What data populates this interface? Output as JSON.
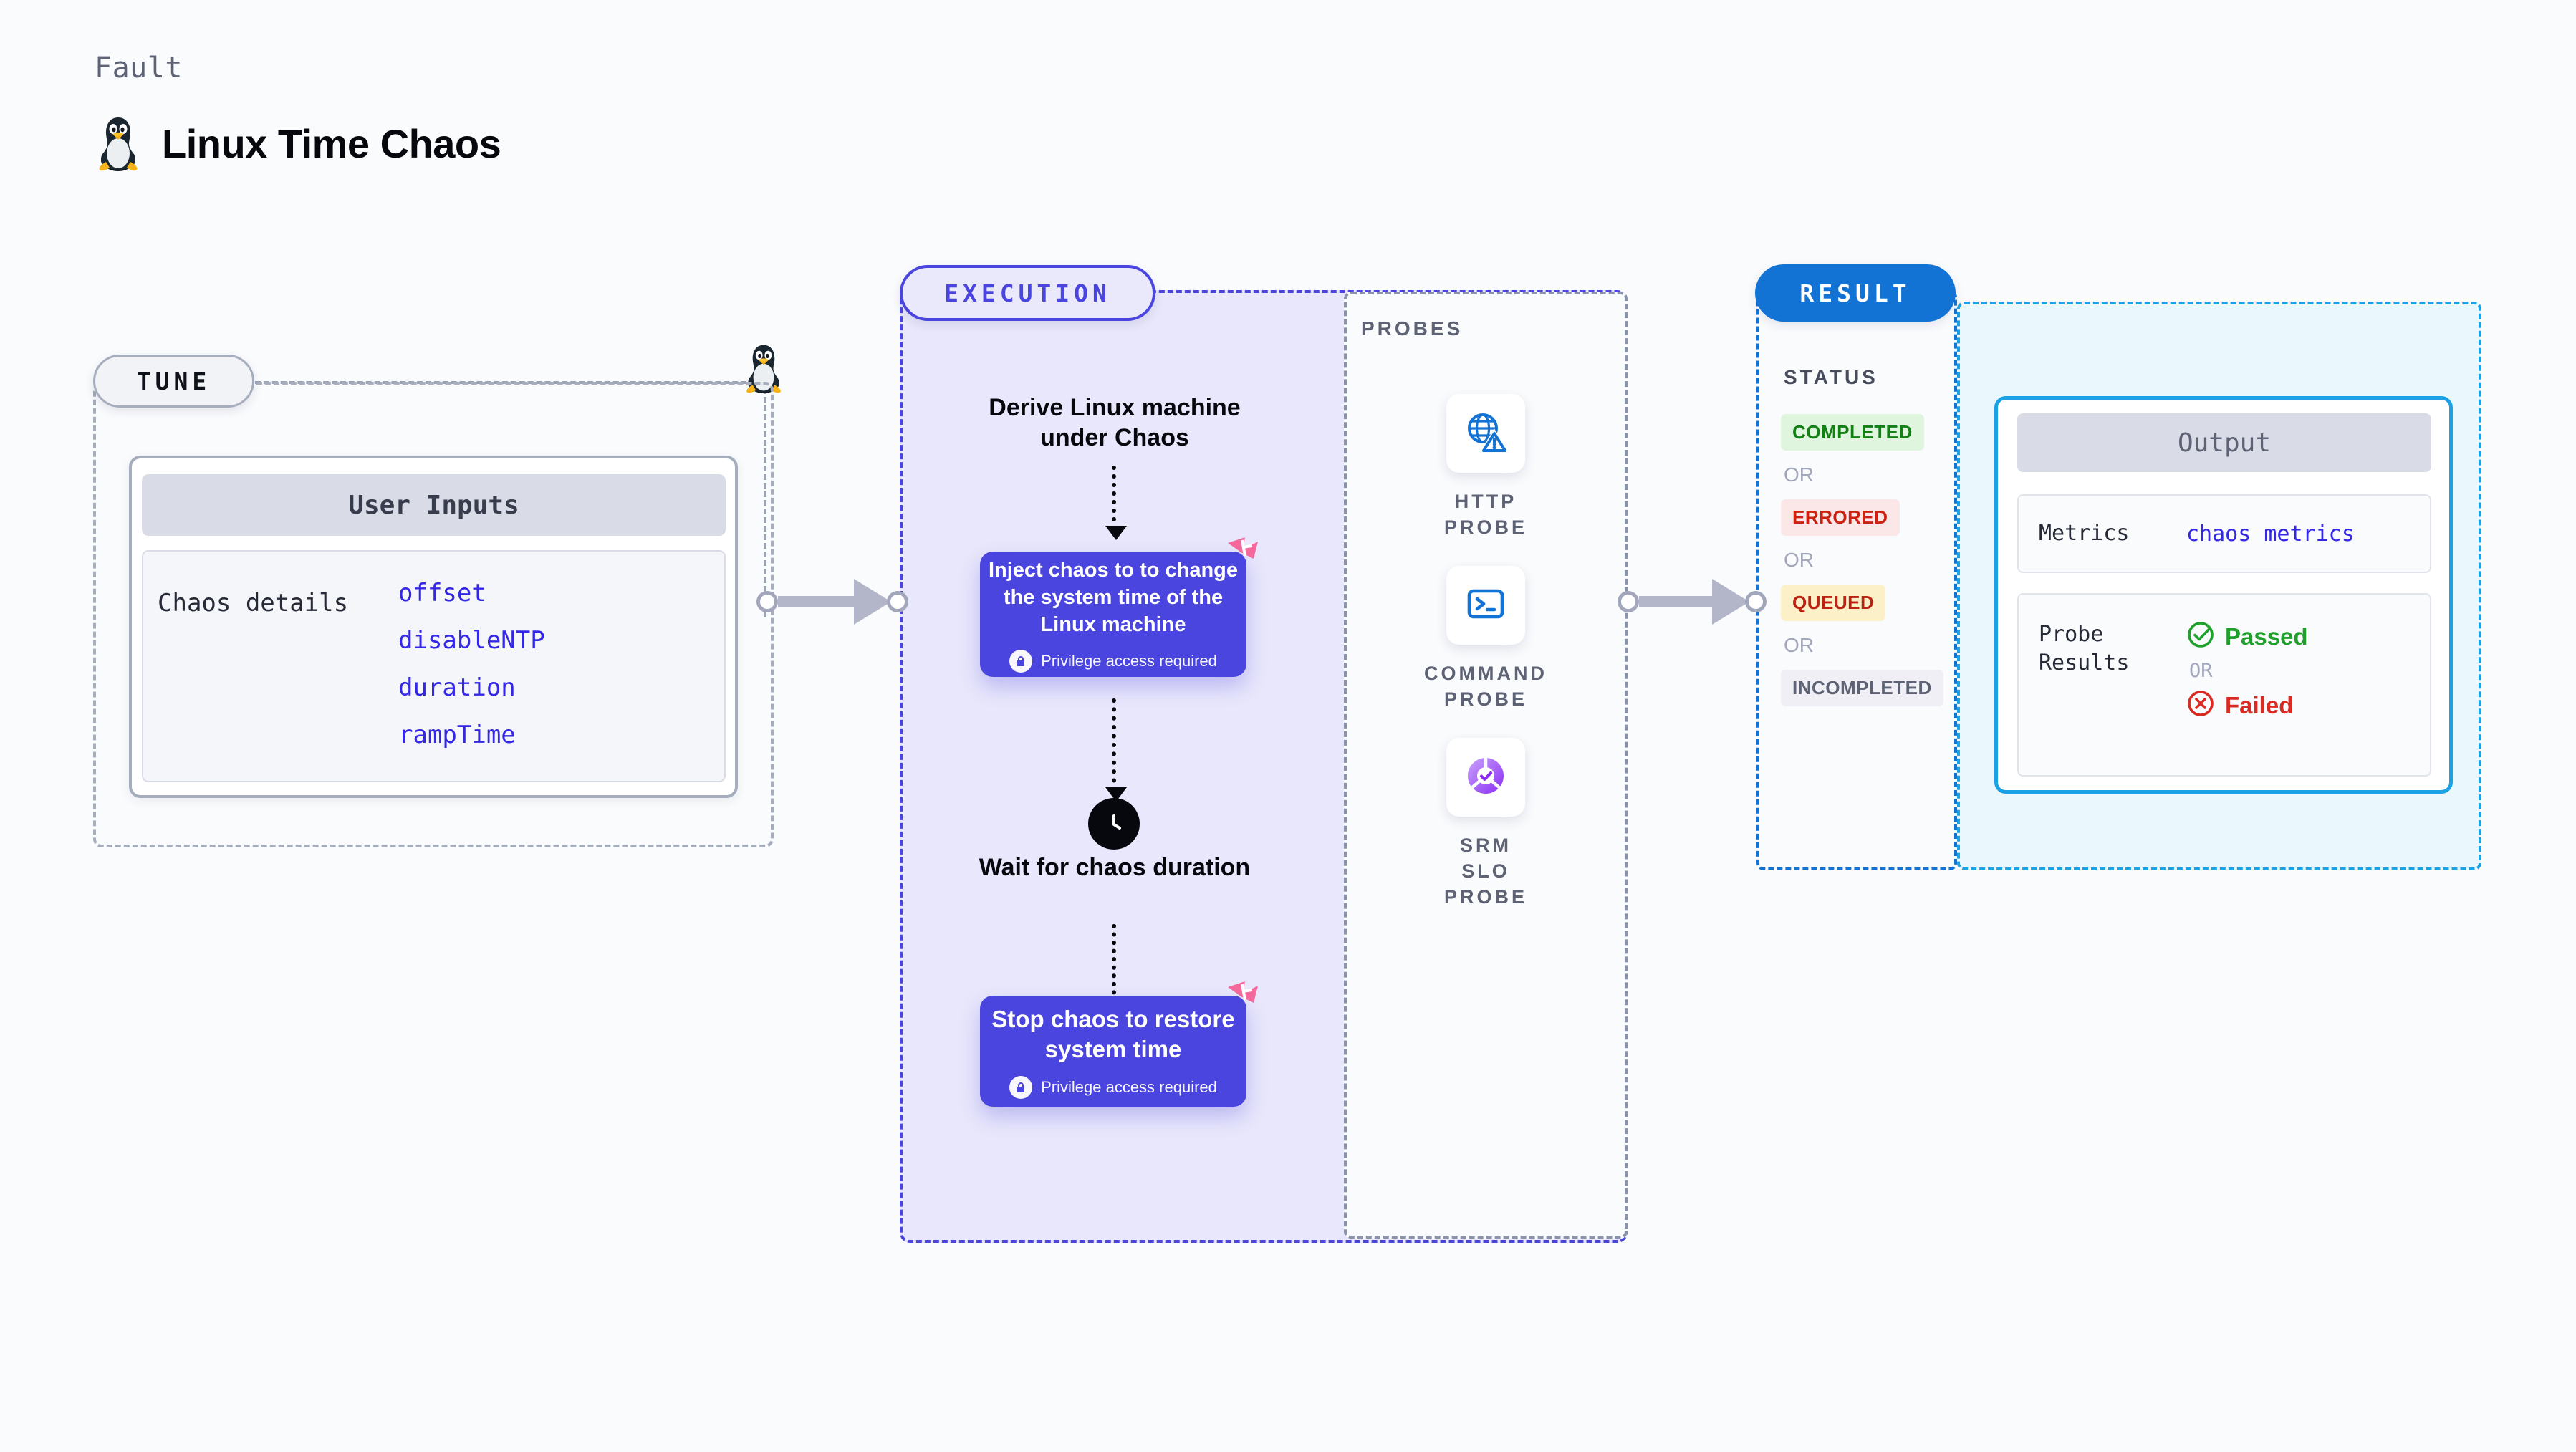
{
  "header": {
    "eyebrow": "Fault",
    "title": "Linux Time Chaos",
    "icon": "linux-penguin-icon"
  },
  "tune": {
    "pill_label": "TUNE",
    "card_title": "User Inputs",
    "row_key": "Chaos details",
    "values": [
      "offset",
      "disableNTP",
      "duration",
      "rampTime"
    ]
  },
  "execution": {
    "pill_label": "EXECUTION",
    "step1_title": "Derive Linux machine under Chaos",
    "node1_text": "Inject chaos to to change the system time of the Linux machine",
    "node1_privilege": "Privilege access required",
    "wait_title": "Wait for chaos duration",
    "node2_text": "Stop chaos to restore system time",
    "node2_privilege": "Privilege access required"
  },
  "probes": {
    "label": "PROBES",
    "items": [
      {
        "name": "HTTP PROBE",
        "icon": "globe-warning-icon"
      },
      {
        "name": "COMMAND PROBE",
        "icon": "terminal-icon"
      },
      {
        "name": "SRM SLO PROBE",
        "icon": "slo-donut-check-icon"
      }
    ]
  },
  "result": {
    "pill_label": "RESULT",
    "status_label": "STATUS",
    "or": "OR",
    "statuses": [
      {
        "label": "COMPLETED",
        "color": "#128114"
      },
      {
        "label": "ERRORED",
        "color": "#CC2211"
      },
      {
        "label": "QUEUED",
        "color": "#BB2211"
      },
      {
        "label": "INCOMPLETED",
        "color": "#5D6274"
      }
    ],
    "output": {
      "title": "Output",
      "metrics_key": "Metrics",
      "metrics_value": "chaos metrics",
      "probe_results_key": "Probe Results",
      "passed": "Passed",
      "or": "OR",
      "failed": "Failed"
    }
  },
  "colors": {
    "accent_purple": "#4B45DF",
    "accent_blue": "#1273D4",
    "accent_cyan": "#1BA2E4",
    "pass_green": "#1EA02A",
    "fail_red": "#D92B22",
    "pink": "#F4689B",
    "background": "#FAFBFD"
  }
}
